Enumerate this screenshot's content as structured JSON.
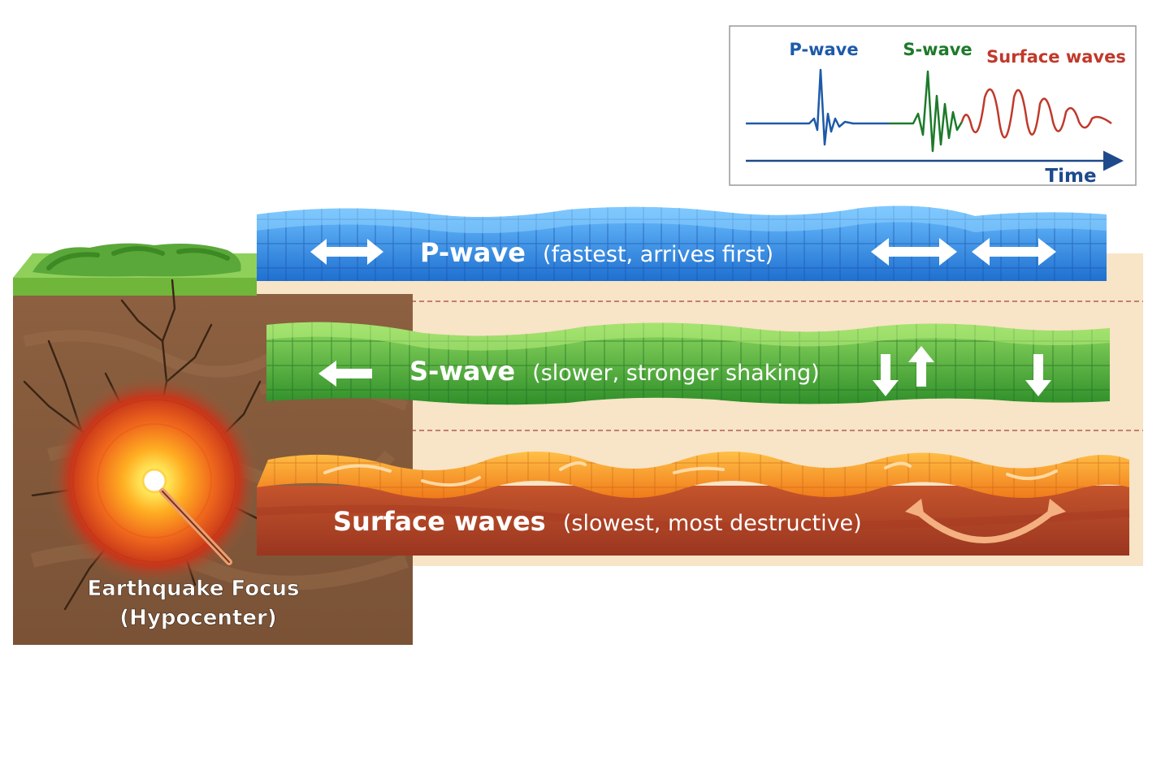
{
  "seismogram": {
    "p_label": "P-wave",
    "s_label": "S-wave",
    "surface_label": "Surface waves",
    "time_label": "Time"
  },
  "bands": {
    "p": {
      "name": "P-wave",
      "note": "(fastest, arrives first)"
    },
    "s": {
      "name": "S-wave",
      "note": "(slower, stronger shaking)"
    },
    "surface": {
      "name": "Surface waves",
      "note": "(slowest, most destructive)"
    }
  },
  "focus": {
    "line1": "Earthquake Focus",
    "line2": "(Hypocenter)"
  },
  "colors": {
    "p_wave": "#1e5aa8",
    "s_wave": "#1d7a2a",
    "surface_wave": "#c0392b",
    "p_band": "#2a86e0",
    "s_band": "#3ea33a",
    "surface_band": "#b8482a",
    "soil": "#8a5e3c",
    "beige": "#f8e4c6"
  }
}
